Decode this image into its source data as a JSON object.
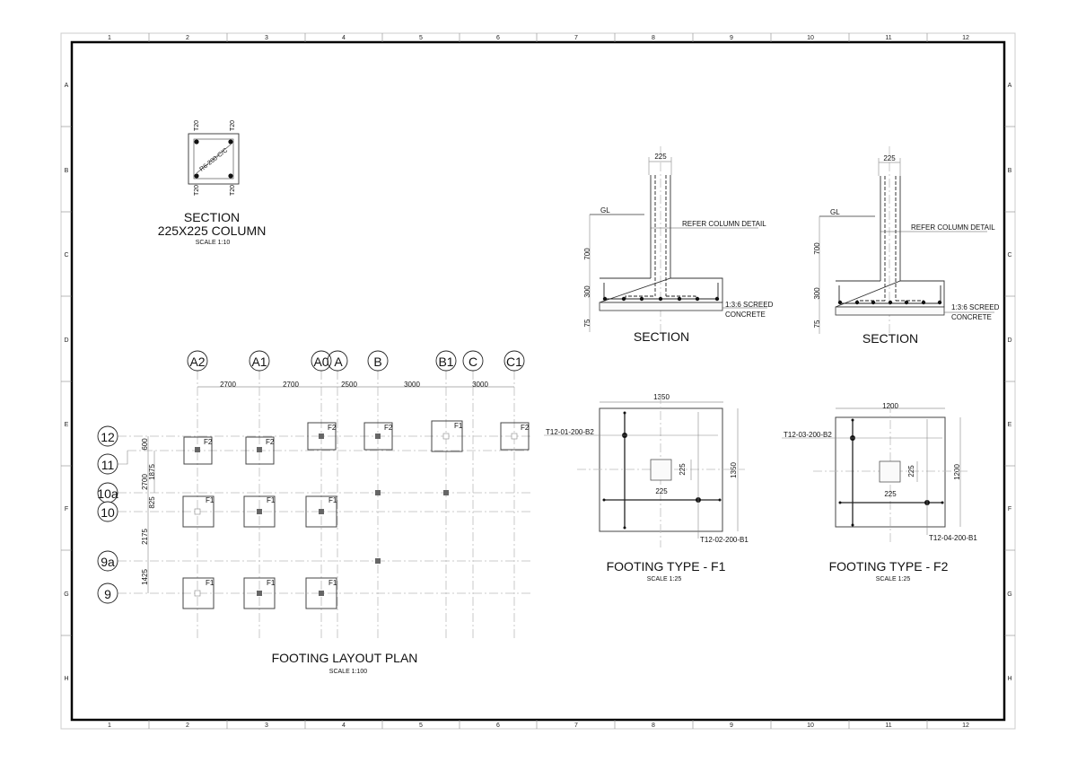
{
  "sheet": {
    "col_markers": [
      "1",
      "2",
      "3",
      "4",
      "5",
      "6",
      "7",
      "8",
      "9",
      "10",
      "11",
      "12"
    ],
    "row_markers": [
      "A",
      "B",
      "C",
      "D",
      "E",
      "F",
      "G",
      "H"
    ]
  },
  "column_section": {
    "title": "SECTION",
    "subtitle": "225X225 COLUMN",
    "scale": "SCALE 1:10",
    "bar_labels": [
      "T20",
      "T20",
      "T20",
      "T20"
    ],
    "link_label": "R6-200-C/C"
  },
  "section_f1": {
    "title": "SECTION",
    "width_dim": "225",
    "gl_label": "GL",
    "refer_label": "REFER COLUMN DETAIL",
    "depth_dim": "700",
    "footing_dim": "300",
    "screed_dim": "75",
    "screed_label_1": "1:3:6 SCREED",
    "screed_label_2": "CONCRETE"
  },
  "section_f2": {
    "title": "SECTION",
    "width_dim": "225",
    "gl_label": "GL",
    "refer_label": "REFER COLUMN DETAIL",
    "depth_dim": "700",
    "footing_dim": "300",
    "screed_dim": "75",
    "screed_label_1": "1:3:6 SCREED",
    "screed_label_2": "CONCRETE"
  },
  "layout_plan": {
    "title": "FOOTING LAYOUT PLAN",
    "scale": "SCALE 1:100",
    "col_grids": [
      "A2",
      "A1",
      "A0",
      "A",
      "B",
      "B1",
      "C",
      "C1"
    ],
    "col_spacings": [
      "2700",
      "2700",
      "2500",
      "3000",
      "3000"
    ],
    "row_grids": [
      "12",
      "11",
      "10a",
      "10",
      "9a",
      "9"
    ],
    "row_spacings": [
      "600",
      "1875",
      "2700",
      "825",
      "2175",
      "1425"
    ],
    "footing_tags": {
      "f1": "F1",
      "f2": "F2"
    }
  },
  "footing_f1": {
    "title": "FOOTING TYPE - F1",
    "scale": "SCALE 1:25",
    "width_dim": "1350",
    "height_dim": "1350",
    "col_w": "225",
    "col_h": "225",
    "top_bar": "T12-01-200-B2",
    "bottom_bar": "T12-02-200-B1"
  },
  "footing_f2": {
    "title": "FOOTING TYPE - F2",
    "scale": "SCALE 1:25",
    "width_dim": "1200",
    "height_dim": "1200",
    "col_w": "225",
    "col_h": "225",
    "top_bar": "T12-03-200-B2",
    "bottom_bar": "T12-04-200-B1"
  }
}
